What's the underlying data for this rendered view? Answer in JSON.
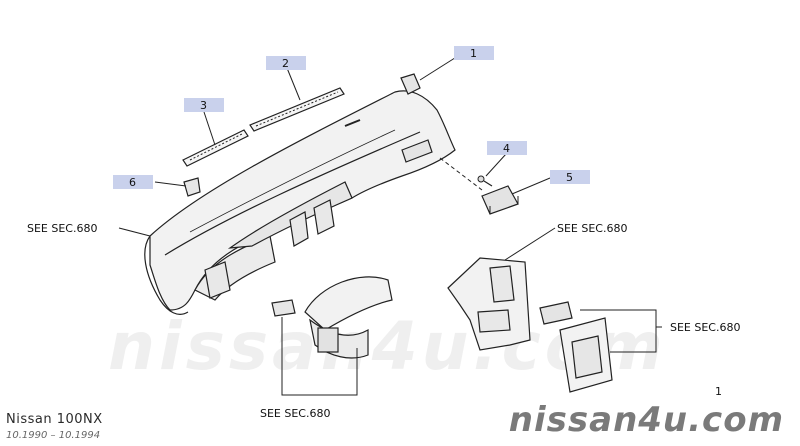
{
  "colors": {
    "line": "#222222",
    "label_bg": "#c9d1ec",
    "part_fill": "#f2f2f2"
  },
  "parts": [
    {
      "id": "1",
      "label": "1"
    },
    {
      "id": "2",
      "label": "2"
    },
    {
      "id": "3",
      "label": "3"
    },
    {
      "id": "4",
      "label": "4"
    },
    {
      "id": "5",
      "label": "5"
    },
    {
      "id": "6",
      "label": "6"
    }
  ],
  "references": {
    "left": "SEE SEC.680",
    "top_right": "SEE SEC.680",
    "right": "SEE SEC.680",
    "bottom": "SEE SEC.680"
  },
  "footer": {
    "model": "Nissan 100NX",
    "dates": "10.1990 – 10.1994",
    "brand": "nissan4u.com",
    "watermark": "nissan4u.com",
    "corner_mark": "1"
  }
}
